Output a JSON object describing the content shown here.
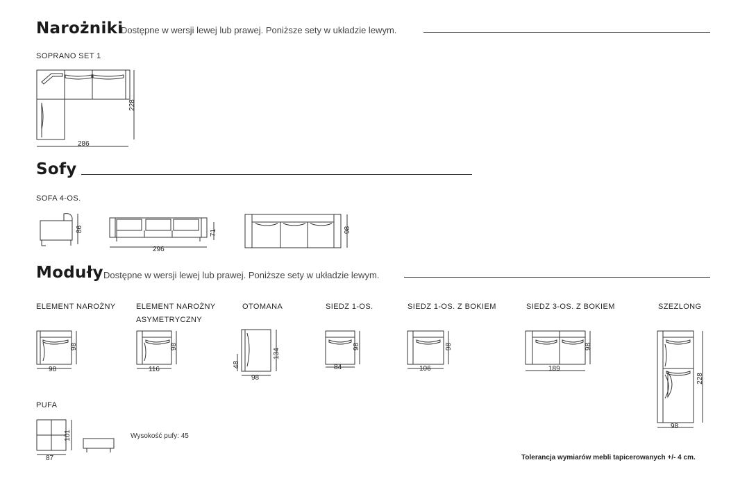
{
  "sections": {
    "narozniki": {
      "title": "Narożniki",
      "subtitle": "Dostępne w wersji lewej lub prawej. Poniższe sety w układzie lewym."
    },
    "sofy": {
      "title": "Sofy"
    },
    "moduly": {
      "title": "Moduły",
      "subtitle": "Dostępne w wersji lewej lub prawej. Poniższe sety w układzie lewym."
    }
  },
  "corner": {
    "name": "SOPRANO SET 1",
    "width": "286",
    "depth": "228"
  },
  "sofa": {
    "name": "SOFA 4-OS.",
    "side_height": "86",
    "front_width": "296",
    "front_height": "71",
    "top_depth": "98"
  },
  "modules": [
    {
      "name": "ELEMENT NAROŻNY",
      "width": "98",
      "depth": "98"
    },
    {
      "name": "ELEMENT NAROŻNY",
      "name2": "ASYMETRYCZNY",
      "width": "116",
      "depth": "98"
    },
    {
      "name": "OTOMANA",
      "width": "98",
      "depth": "134",
      "extra": "48"
    },
    {
      "name": "SIEDZ 1-OS.",
      "width": "84",
      "depth": "98"
    },
    {
      "name": "SIEDZ 1-OS. Z BOKIEM",
      "width": "106",
      "depth": "98"
    },
    {
      "name": "SIEDZ 3-OS. Z BOKIEM",
      "width": "189",
      "depth": "98"
    },
    {
      "name": "SZEZLONG",
      "width": "98",
      "depth": "228"
    }
  ],
  "pufa": {
    "name": "PUFA",
    "width": "87",
    "depth": "101",
    "note": "Wysokość pufy: 45"
  },
  "tolerance": "Tolerancja wymiarów mebli tapicerowanych +/- 4 cm."
}
